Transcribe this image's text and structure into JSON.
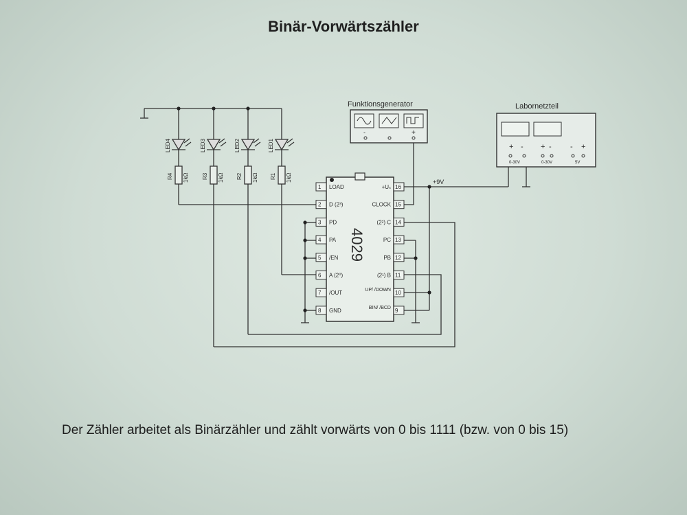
{
  "title": "Binär-Vorwärtszähler",
  "caption": "Der Zähler arbeitet als Binärzähler und zählt vorwärts von 0 bis 1111 (bzw. von 0 bis 15)",
  "chip": {
    "name": "4029",
    "left_pins": [
      {
        "num": "1",
        "label": "LOAD"
      },
      {
        "num": "2",
        "label": "D (2³)"
      },
      {
        "num": "3",
        "label": "PD"
      },
      {
        "num": "4",
        "label": "PA"
      },
      {
        "num": "5",
        "label": "/EN"
      },
      {
        "num": "6",
        "label": "A (2⁰)"
      },
      {
        "num": "7",
        "label": "/OUT"
      },
      {
        "num": "8",
        "label": "GND"
      }
    ],
    "right_pins": [
      {
        "num": "16",
        "label": "+Uₛ"
      },
      {
        "num": "15",
        "label": "CLOCK"
      },
      {
        "num": "14",
        "label": "(2²) C"
      },
      {
        "num": "13",
        "label": "PC"
      },
      {
        "num": "12",
        "label": "PB"
      },
      {
        "num": "11",
        "label": "(2¹) B"
      },
      {
        "num": "10",
        "label": "UP/ /DOWN"
      },
      {
        "num": "9",
        "label": "BIN/ /BCD"
      }
    ]
  },
  "function_generator": {
    "label": "Funktionsgenerator",
    "terminals": [
      "-",
      "+"
    ]
  },
  "power_supply": {
    "label": "Labornetzteil",
    "polarity_marks": [
      "+",
      "-",
      "+",
      "-",
      "-",
      "+"
    ],
    "ranges": [
      "0-30V",
      "0-30V",
      "5V"
    ]
  },
  "supply_label": "+9V",
  "leds": [
    {
      "led": "LED4",
      "resistor": "R4",
      "value": "1kΩ"
    },
    {
      "led": "LED3",
      "resistor": "R3",
      "value": "1kΩ"
    },
    {
      "led": "LED2",
      "resistor": "R2",
      "value": "1kΩ"
    },
    {
      "led": "LED1",
      "resistor": "R1",
      "value": "1kΩ"
    }
  ]
}
